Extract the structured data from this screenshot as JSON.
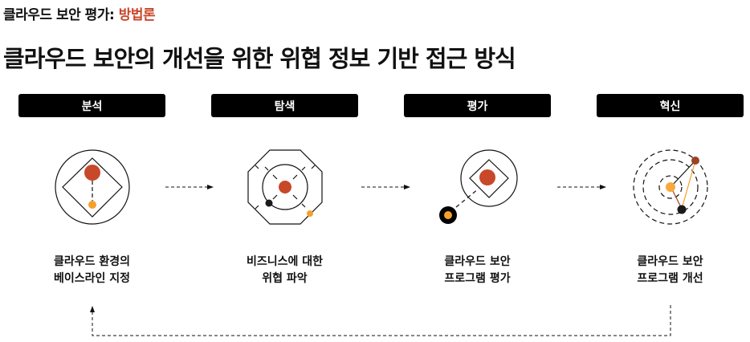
{
  "supertitle": {
    "prefix": "클라우드 보안 평가: ",
    "accent": "방법론"
  },
  "title": "클라우드 보안의 개선을 위한 위협 정보 기반 접근 방식",
  "stages": [
    {
      "header": "분석",
      "line1": "클라우드 환경의",
      "line2": "베이스라인 지정"
    },
    {
      "header": "탐색",
      "line1": "비즈니스에 대한",
      "line2": "위협 파악"
    },
    {
      "header": "평가",
      "line1": "클라우드 보안",
      "line2": "프로그램 평가"
    },
    {
      "header": "혁신",
      "line1": "클라우드 보안",
      "line2": "프로그램 개선"
    }
  ],
  "colors": {
    "accent": "#c8482a",
    "orange": "#f4a12b",
    "brown": "#9c4323",
    "black": "#1a1a1a"
  }
}
